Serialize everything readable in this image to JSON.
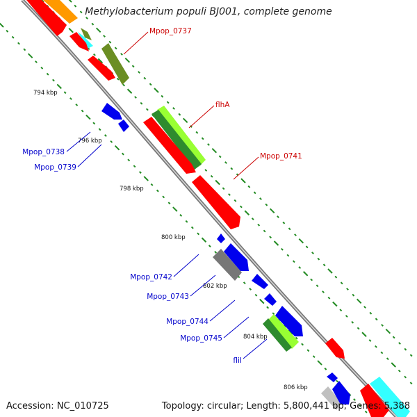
{
  "title": "Methylobacterium populi BJ001, complete genome",
  "accession": "Accession: NC_010725",
  "topology": "Topology: circular; Length: 5,800,441 bp; Genes: 5,388",
  "ticks": [
    "794 kbp",
    "796 kbp",
    "798 kbp",
    "800 kbp",
    "802 kbp",
    "804 kbp",
    "806 kbp"
  ],
  "genes": [
    {
      "name": "Mpop_0737",
      "color": "#cc0000"
    },
    {
      "name": "flhA",
      "color": "#cc0000"
    },
    {
      "name": "Mpop_0741",
      "color": "#cc0000"
    },
    {
      "name": "Mpop_0738",
      "color": "#0000cc"
    },
    {
      "name": "Mpop_0739",
      "color": "#0000cc"
    },
    {
      "name": "Mpop_0742",
      "color": "#0000cc"
    },
    {
      "name": "Mpop_0743",
      "color": "#0000cc"
    },
    {
      "name": "Mpop_0744",
      "color": "#0000cc"
    },
    {
      "name": "Mpop_0745",
      "color": "#0000cc"
    },
    {
      "name": "fliI",
      "color": "#0000cc"
    }
  ],
  "colors": {
    "red": "#ff0000",
    "blue": "#0000ee",
    "orange": "#ff9900",
    "olive": "#6b8e23",
    "lime": "#99ff33",
    "gray": "#777777",
    "cyan": "#33ffff",
    "lightgray": "#c0c0c0",
    "dots": "#228b22"
  }
}
